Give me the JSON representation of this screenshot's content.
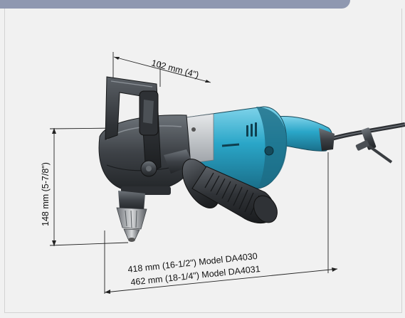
{
  "dimensions": {
    "top_width": "102 mm (4\")",
    "height": "148 mm (5-7/8\")",
    "length_da4030": "418 mm (16-1/2\") Model DA4030",
    "length_da4031": "462 mm (18-1/4\") Model DA4031"
  },
  "colors": {
    "header_bar": "#8f98b0",
    "background": "#f1f1f1",
    "drill_body": "#2aa6c8",
    "drill_dark": "#3b3f44"
  },
  "icons": [
    "drill-illustration"
  ]
}
